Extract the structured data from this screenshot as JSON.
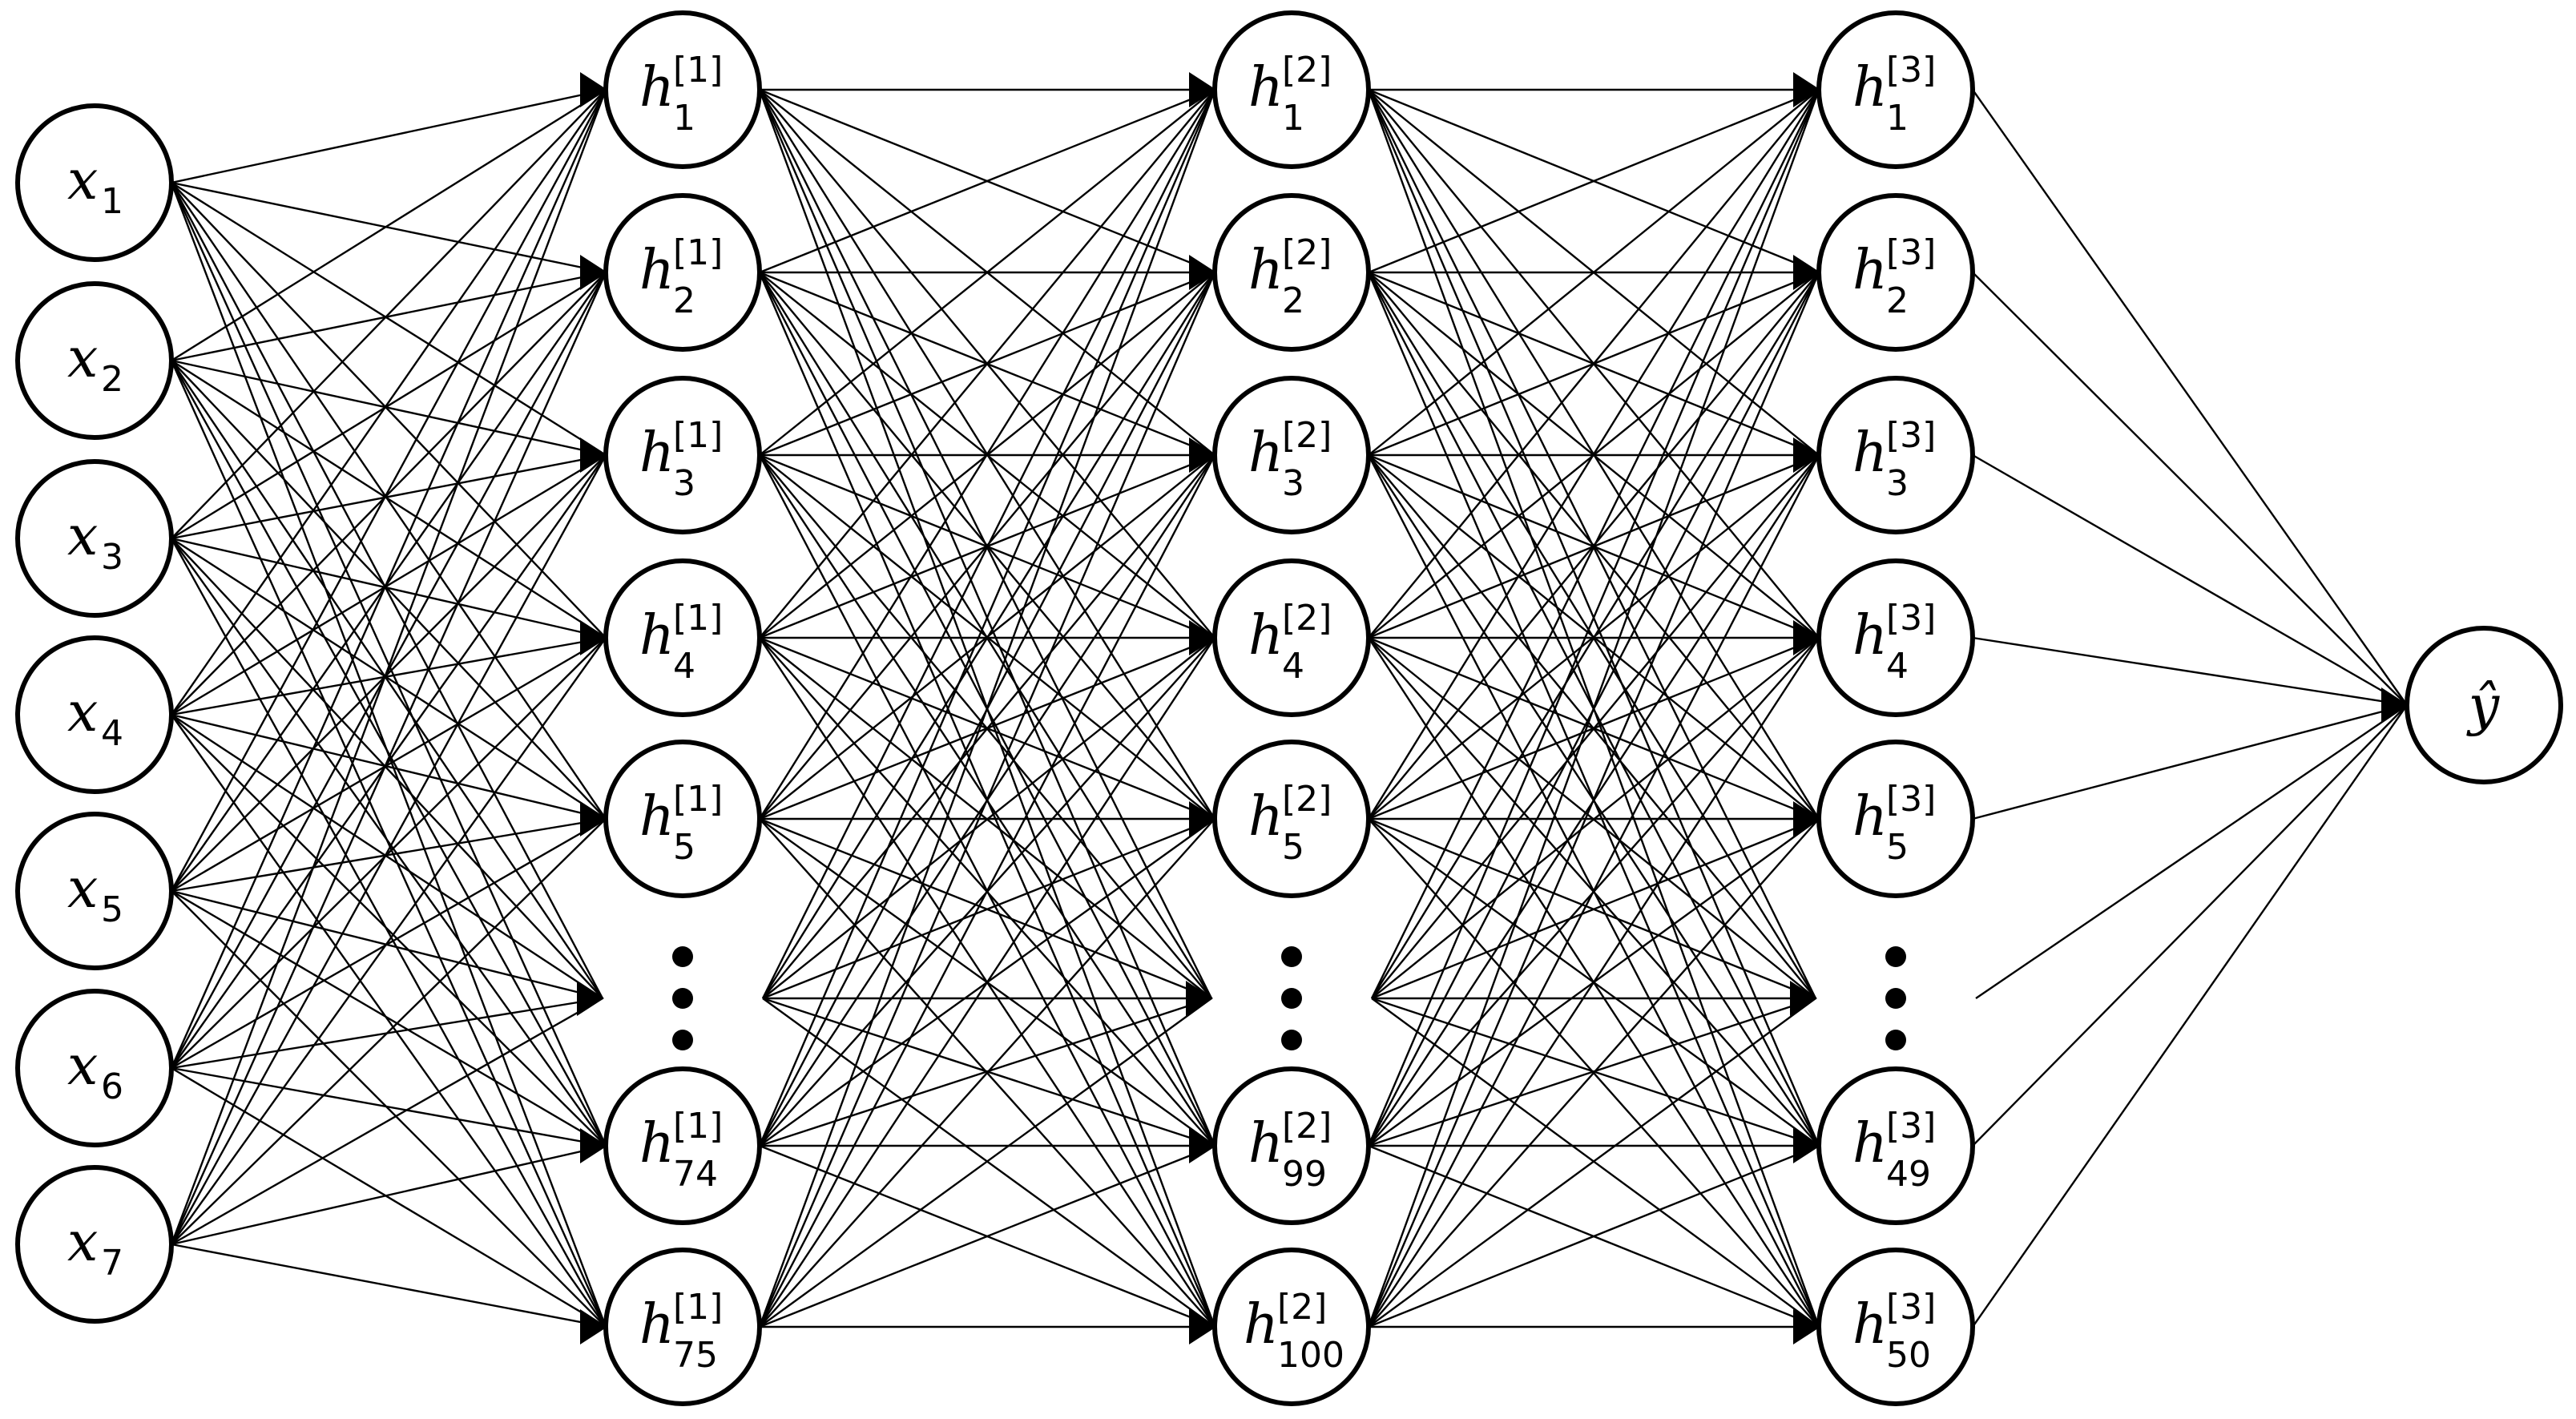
{
  "layers": [
    {
      "name": "input",
      "base": "x",
      "superscript": "",
      "nodes": [
        {
          "sub": "1"
        },
        {
          "sub": "2"
        },
        {
          "sub": "3"
        },
        {
          "sub": "4"
        },
        {
          "sub": "5"
        },
        {
          "sub": "6"
        },
        {
          "sub": "7"
        }
      ],
      "ellipsis": false
    },
    {
      "name": "hidden-1",
      "base": "h",
      "superscript": "[1]",
      "nodes": [
        {
          "sub": "1"
        },
        {
          "sub": "2"
        },
        {
          "sub": "3"
        },
        {
          "sub": "4"
        },
        {
          "sub": "5"
        },
        {
          "ellipsis": true
        },
        {
          "sub": "74"
        },
        {
          "sub": "75"
        }
      ]
    },
    {
      "name": "hidden-2",
      "base": "h",
      "superscript": "[2]",
      "nodes": [
        {
          "sub": "1"
        },
        {
          "sub": "2"
        },
        {
          "sub": "3"
        },
        {
          "sub": "4"
        },
        {
          "sub": "5"
        },
        {
          "ellipsis": true
        },
        {
          "sub": "99"
        },
        {
          "sub": "100"
        }
      ]
    },
    {
      "name": "hidden-3",
      "base": "h",
      "superscript": "[3]",
      "nodes": [
        {
          "sub": "1"
        },
        {
          "sub": "2"
        },
        {
          "sub": "3"
        },
        {
          "sub": "4"
        },
        {
          "sub": "5"
        },
        {
          "ellipsis": true
        },
        {
          "sub": "49"
        },
        {
          "sub": "50"
        }
      ]
    },
    {
      "name": "output",
      "base": "ŷ",
      "superscript": "",
      "nodes": [
        {
          "sub": ""
        }
      ]
    }
  ]
}
